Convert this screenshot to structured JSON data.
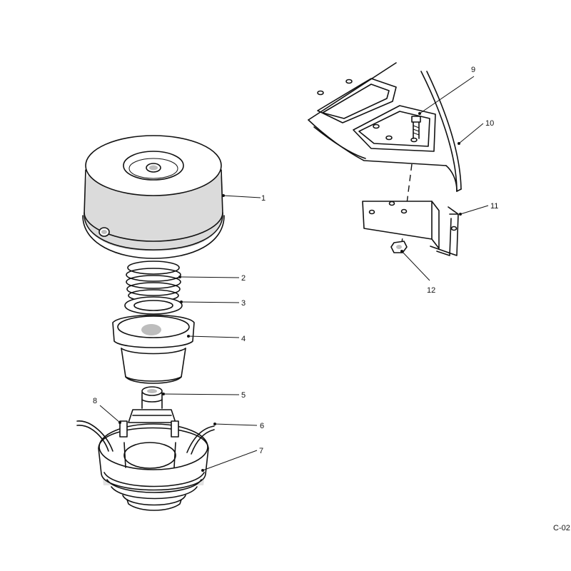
{
  "callouts": {
    "c1": "1",
    "c2": "2",
    "c3": "3",
    "c4": "4",
    "c5": "5",
    "c6": "6",
    "c7": "7",
    "c8": "8",
    "c9": "9",
    "c10": "10",
    "c11": "11",
    "c12": "12"
  },
  "figure_code": "C-02"
}
